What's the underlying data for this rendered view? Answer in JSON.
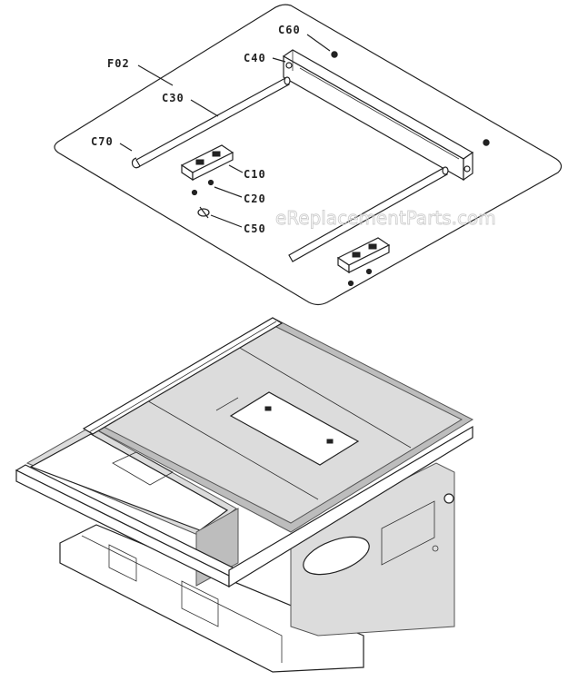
{
  "watermark": "eReplacementParts.com",
  "callouts": {
    "f02": "F02",
    "c60": "C60",
    "c40": "C40",
    "c30": "C30",
    "c70": "C70",
    "c10": "C10",
    "c20": "C20",
    "c50": "C50"
  },
  "colors": {
    "line": "#222222",
    "table_top": "#bdbdbd",
    "panel": "#dcdcdc",
    "watermark": "#cfcfcf"
  }
}
